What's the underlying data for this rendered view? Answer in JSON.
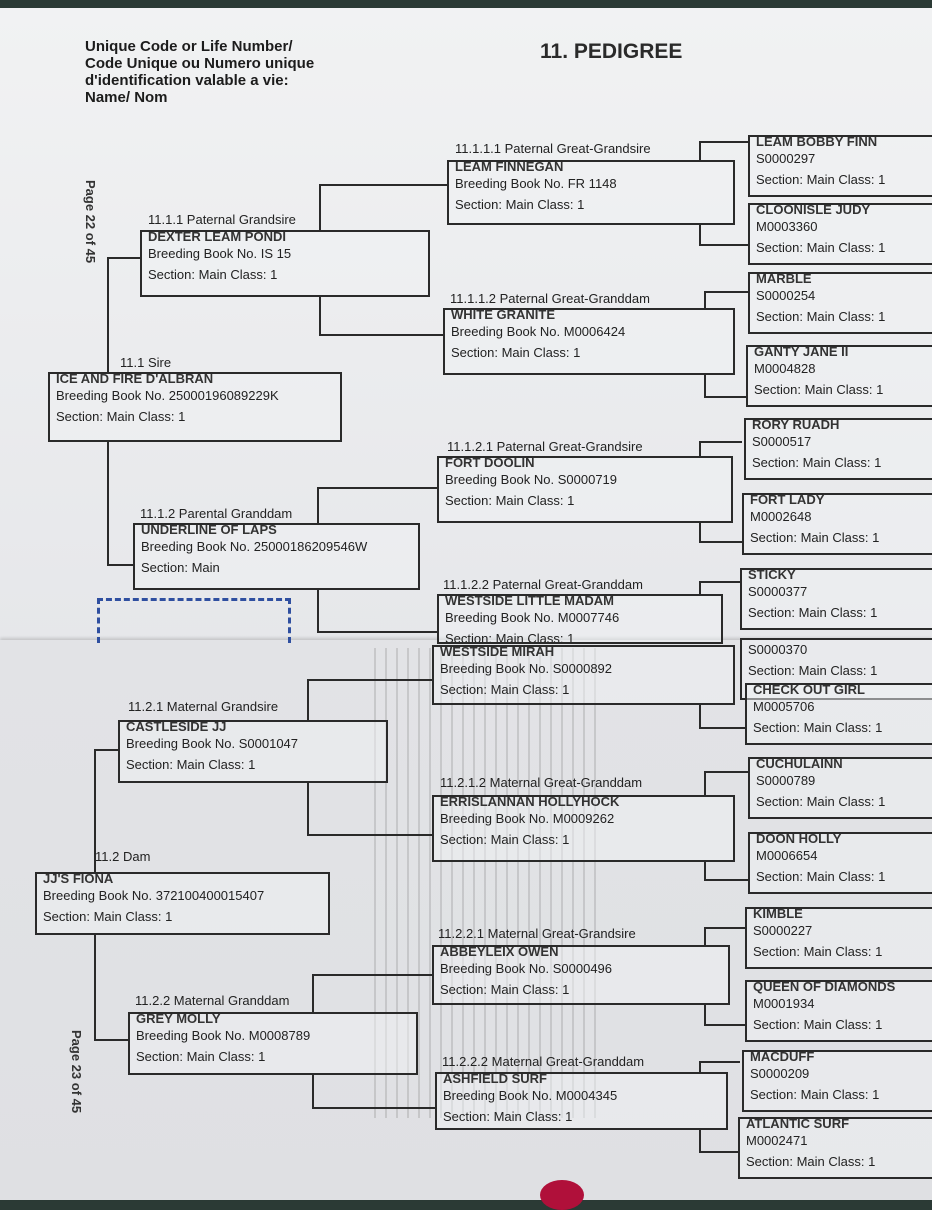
{
  "header": {
    "code_label_en": "Unique Code or Life Number/",
    "code_label_fr1": "Code  Unique ou Numero unique",
    "code_label_fr2": "d'identification valable a vie:",
    "name_label": "Name/ Nom",
    "section_title": "11. PEDIGREE"
  },
  "pages": {
    "top": "Page 22 of 45",
    "bottom": "Page 23 of 45"
  },
  "entries": [
    {
      "label": "11.1 Sire",
      "name": "ICE AND FIRE D'ALBRAN",
      "line1": "Breeding Book No. 25000196089229K",
      "line2": "Section: Main Class: 1"
    },
    {
      "label": "11.1.1 Paternal Grandsire",
      "name": "DEXTER LEAM PONDI",
      "line1": "Breeding Book No. IS 15",
      "line2": "Section: Main Class: 1"
    },
    {
      "label": "11.1.1.1 Paternal Great-Grandsire",
      "name": "LEAM FINNEGAN",
      "line1": "Breeding Book No. FR 1148",
      "line2": "Section: Main Class: 1"
    },
    {
      "label": "11.1.1.2 Paternal Great-Granddam",
      "name": "WHITE GRANITE",
      "line1": "Breeding Book No. M0006424",
      "line2": "Section: Main Class: 1"
    },
    {
      "label": "11.1.2 Parental Granddam",
      "name": "UNDERLINE OF LAPS",
      "line1": "Breeding Book No. 25000186209546W",
      "line2": "Section: Main"
    },
    {
      "label": "11.1.2.1 Paternal Great-Grandsire",
      "name": "FORT DOOLIN",
      "line1": "Breeding Book No. S0000719",
      "line2": "Section: Main Class: 1"
    },
    {
      "label": "11.1.2.2 Paternal Great-Granddam",
      "name": "WESTSIDE LITTLE MADAM",
      "line1": "Breeding Book No. M0007746",
      "line2": "Section: Main Class: 1"
    },
    {
      "label": "",
      "name": "WESTSIDE MIRAH",
      "line1": "Breeding Book No. S0000892",
      "line2": "Section: Main Class: 1"
    },
    {
      "label": "11.2.1 Maternal Grandsire",
      "name": "CASTLESIDE JJ",
      "line1": "Breeding Book No. S0001047",
      "line2": "Section: Main Class: 1"
    },
    {
      "label": "11.2.1.2 Maternal Great-Granddam",
      "name": "ERRISLANNAN HOLLYHOCK",
      "line1": "Breeding Book No. M0009262",
      "line2": "Section: Main Class: 1"
    },
    {
      "label": "11.2 Dam",
      "name": "JJ'S FIONA",
      "line1": "Breeding Book No. 372100400015407",
      "line2": "Section: Main Class: 1"
    },
    {
      "label": "11.2.2.1  Maternal Great-Grandsire",
      "name": "ABBEYLEIX OWEN",
      "line1": "Breeding Book No. S0000496",
      "line2": "Section: Main Class: 1"
    },
    {
      "label": "11.2.2 Maternal Granddam",
      "name": "GREY MOLLY",
      "line1": "Breeding Book No. M0008789",
      "line2": "Section: Main Class: 1"
    },
    {
      "label": "11.2.2.2  Maternal Great-Granddam",
      "name": "ASHFIELD SURF",
      "line1": "Breeding Book No. M0004345",
      "line2": "Section: Main Class: 1"
    }
  ],
  "ancestors": [
    {
      "name": "LEAM BOBBY FINN",
      "line1": "S0000297",
      "line2": "Section: Main Class: 1"
    },
    {
      "name": "CLOONISLE JUDY",
      "line1": "M0003360",
      "line2": "Section: Main Class: 1"
    },
    {
      "name": "MARBLE",
      "line1": "S0000254",
      "line2": "Section: Main Class: 1"
    },
    {
      "name": "GANTY JANE II",
      "line1": "M0004828",
      "line2": "Section: Main Class: 1"
    },
    {
      "name": "RORY RUADH",
      "line1": "S0000517",
      "line2": "Section: Main Class: 1"
    },
    {
      "name": "FORT LADY",
      "line1": "M0002648",
      "line2": "Section: Main Class: 1"
    },
    {
      "name": "STICKY",
      "line1": "S0000377",
      "line2": "Section: Main Class: 1"
    },
    {
      "name": "",
      "line1": "S0000370",
      "line2": "Section: Main Class: 1"
    },
    {
      "name": "CHECK OUT GIRL",
      "line1": "M0005706",
      "line2": "Section: Main Class: 1"
    },
    {
      "name": "CUCHULAINN",
      "line1": "S0000789",
      "line2": "Section: Main Class: 1"
    },
    {
      "name": "DOON HOLLY",
      "line1": "M0006654",
      "line2": "Section: Main Class: 1"
    },
    {
      "name": "KIMBLE",
      "line1": "S0000227",
      "line2": "Section: Main Class: 1"
    },
    {
      "name": "QUEEN OF DIAMONDS",
      "line1": "M0001934",
      "line2": "Section: Main Class: 1"
    },
    {
      "name": "MACDUFF",
      "line1": "S0000209",
      "line2": "Section: Main Class: 1"
    },
    {
      "name": "ATLANTIC SURF",
      "line1": "M0002471",
      "line2": "Section: Main Class: 1"
    }
  ]
}
